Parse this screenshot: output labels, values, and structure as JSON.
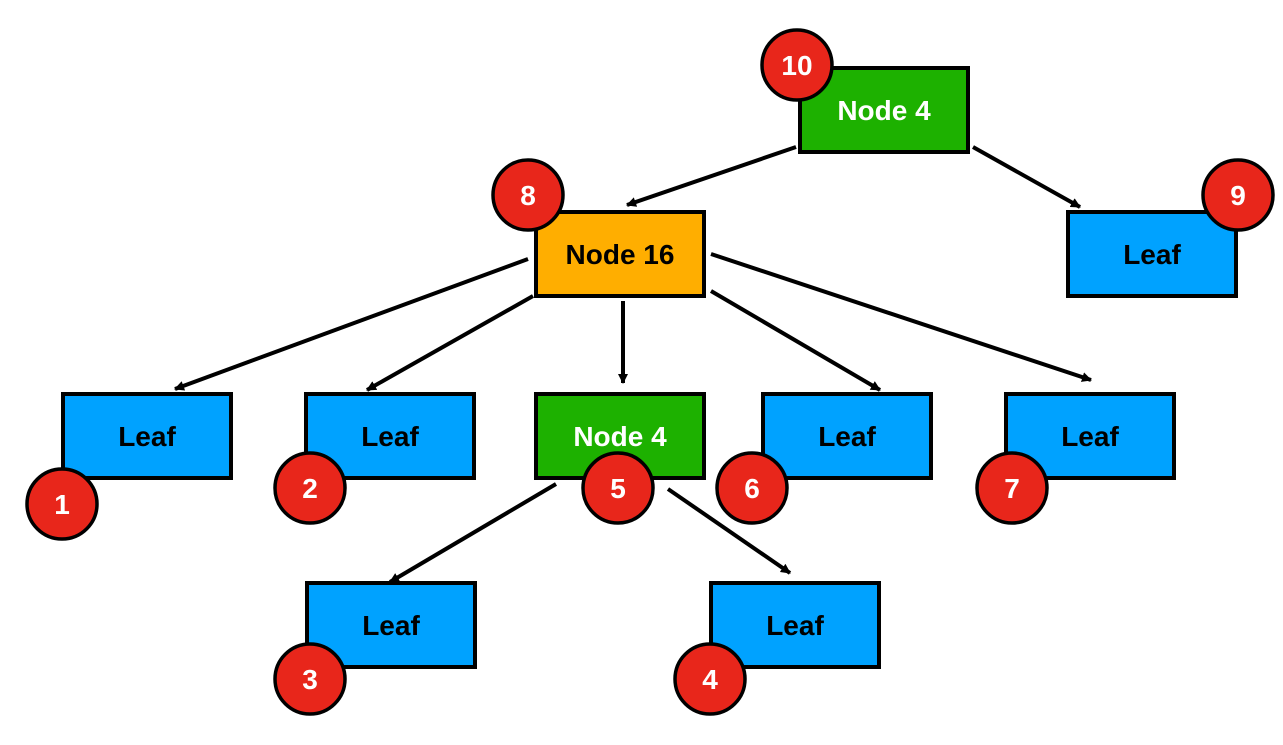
{
  "colors": {
    "leaf": "#00a2ff",
    "node4": "#1db100",
    "node16": "#ffae00",
    "badge": "#e8261b",
    "stroke": "#000000"
  },
  "nodes": [
    {
      "id": "root",
      "label": "Node 4",
      "kind": "node4",
      "order": "10",
      "text_color": "#ffffff"
    },
    {
      "id": "n16",
      "label": "Node 16",
      "kind": "node16",
      "order": "8",
      "text_color": "#000000"
    },
    {
      "id": "leaf9",
      "label": "Leaf",
      "kind": "leaf",
      "order": "9",
      "text_color": "#000000"
    },
    {
      "id": "leaf1",
      "label": "Leaf",
      "kind": "leaf",
      "order": "1",
      "text_color": "#000000"
    },
    {
      "id": "leaf2",
      "label": "Leaf",
      "kind": "leaf",
      "order": "2",
      "text_color": "#000000"
    },
    {
      "id": "n4b",
      "label": "Node 4",
      "kind": "node4",
      "order": "5",
      "text_color": "#ffffff"
    },
    {
      "id": "leaf6",
      "label": "Leaf",
      "kind": "leaf",
      "order": "6",
      "text_color": "#000000"
    },
    {
      "id": "leaf7",
      "label": "Leaf",
      "kind": "leaf",
      "order": "7",
      "text_color": "#000000"
    },
    {
      "id": "leaf3",
      "label": "Leaf",
      "kind": "leaf",
      "order": "3",
      "text_color": "#000000"
    },
    {
      "id": "leaf4",
      "label": "Leaf",
      "kind": "leaf",
      "order": "4",
      "text_color": "#000000"
    }
  ],
  "edges": [
    {
      "from": "root",
      "to": "n16"
    },
    {
      "from": "root",
      "to": "leaf9"
    },
    {
      "from": "n16",
      "to": "leaf1"
    },
    {
      "from": "n16",
      "to": "leaf2"
    },
    {
      "from": "n16",
      "to": "n4b"
    },
    {
      "from": "n16",
      "to": "leaf6"
    },
    {
      "from": "n16",
      "to": "leaf7"
    },
    {
      "from": "n4b",
      "to": "leaf3"
    },
    {
      "from": "n4b",
      "to": "leaf4"
    }
  ]
}
